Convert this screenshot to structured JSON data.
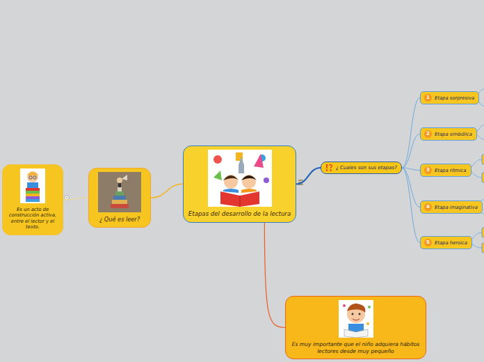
{
  "diagram": {
    "nodes": [
      {
        "text": [
          "Etapas del desarrollo de la lectura"
        ]
      },
      {
        "text": [
          "¿ Cuales son sus etapas?"
        ]
      },
      {
        "text": [
          "1",
          "Etapa sorpresiva"
        ]
      },
      {
        "text": [
          "2",
          "Etapa simbólica"
        ]
      },
      {
        "text": [
          "3",
          "Etapa rítmica"
        ]
      },
      {
        "text": [
          "4",
          "Etapa imaginativa"
        ]
      },
      {
        "text": [
          "5",
          "Etapa heroica"
        ]
      },
      {
        "text": [
          "¿ Qué es leer?"
        ]
      },
      {
        "text": [
          "Es un acto de construcción activa, entre el lector y el texto."
        ]
      },
      {
        "text": [
          "Es muy importante que el niño adquiera hábitos lectores desde muy pequeño"
        ]
      }
    ],
    "edges": [
      {
        "from": 0,
        "to": 1,
        "arrow": "none"
      },
      {
        "from": 0,
        "to": 7,
        "arrow": "none"
      },
      {
        "from": 7,
        "to": 8,
        "arrow": "none"
      },
      {
        "from": 0,
        "to": 9,
        "arrow": "none"
      },
      {
        "from": 1,
        "to": 2,
        "arrow": "none"
      },
      {
        "from": 1,
        "to": 3,
        "arrow": "none"
      },
      {
        "from": 1,
        "to": 4,
        "arrow": "none"
      },
      {
        "from": 1,
        "to": 5,
        "arrow": "none"
      },
      {
        "from": 1,
        "to": 6,
        "arrow": "none"
      }
    ]
  }
}
